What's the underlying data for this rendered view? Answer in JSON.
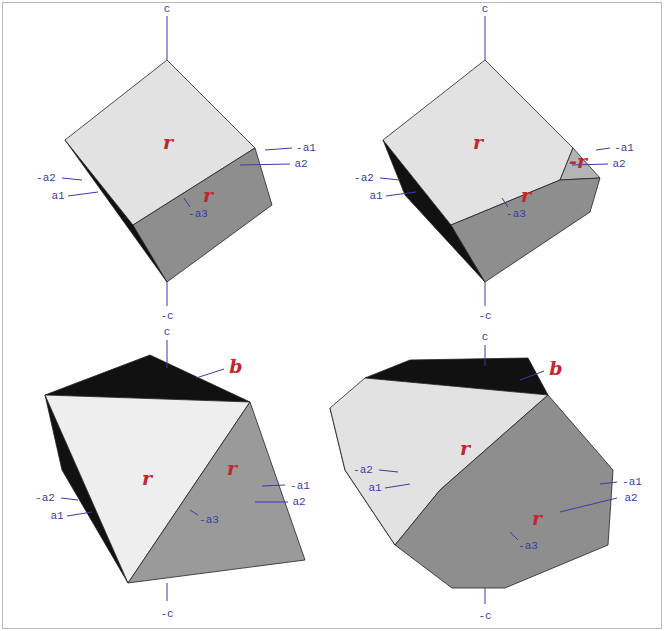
{
  "diagram": {
    "labels": [
      "c",
      "r",
      "-a2",
      "a1",
      "-a1",
      "a2",
      "r",
      "-a3",
      "-c",
      "c",
      "r",
      "-r",
      "-a2",
      "a1",
      "-a1",
      "a2",
      "r",
      "-a3",
      "-c",
      "c",
      "b",
      "r",
      "-a2",
      "a1",
      "-a1",
      "a2",
      "r",
      "-a3",
      "-c",
      "c",
      "b",
      "r",
      "-a2",
      "a1",
      "-a1",
      "a2",
      "r",
      "-a3",
      "-c"
    ]
  }
}
